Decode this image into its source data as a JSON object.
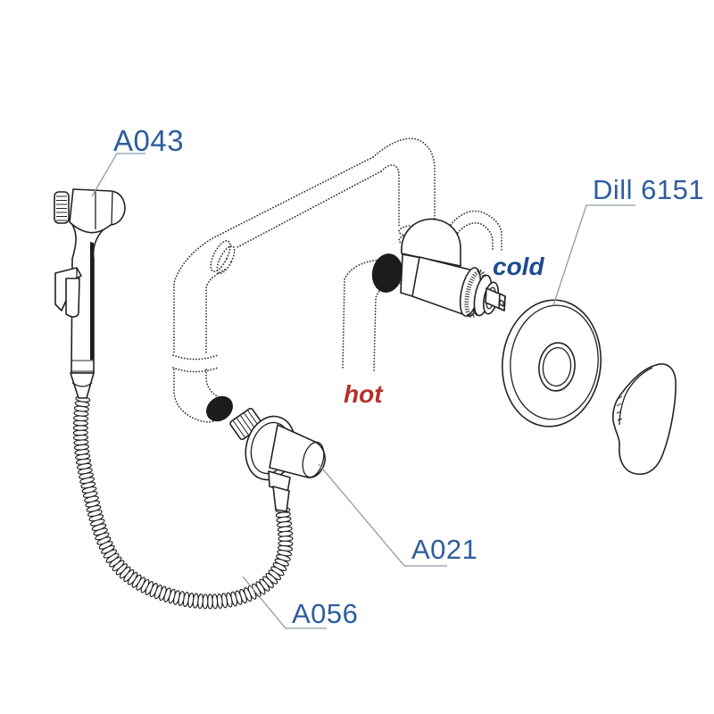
{
  "diagram": {
    "part_labels": {
      "sprayer": "A043",
      "mixer": "Dill 6151",
      "outlet": "A021",
      "hose": "A056"
    },
    "water_labels": {
      "cold": "cold",
      "hot": "hot"
    },
    "colors": {
      "background": "#ffffff",
      "line_dark": "#222222",
      "leader_gray": "#8d99a9",
      "label_blue": "#2e5d9f",
      "cold_blue": "#1e4b8d",
      "hot_red": "#b5302b"
    }
  }
}
